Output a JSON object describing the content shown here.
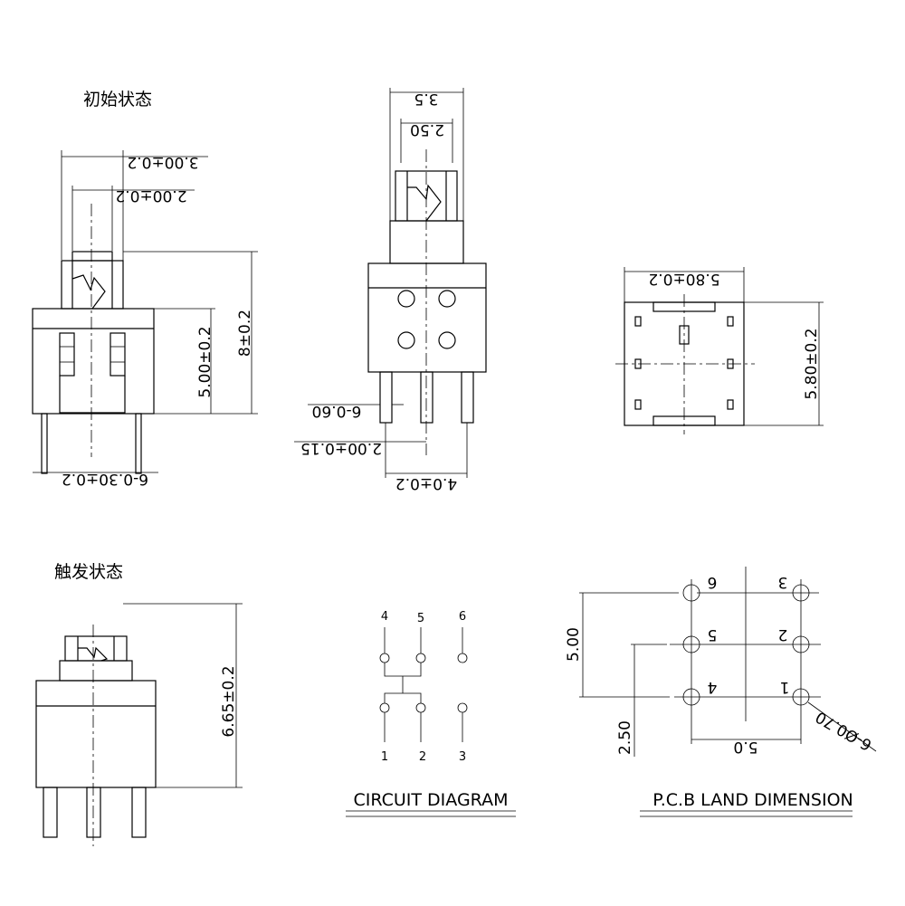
{
  "titles": {
    "initial_state": "初始状态",
    "triggered_state": "触发状态",
    "circuit": "CIRCUIT DIAGRAM",
    "pcb": "P.C.B LAND DIMENSION"
  },
  "side_view": {
    "plunger_width": "3.00±0.2",
    "cap_width": "2.00±0.2",
    "total_height": "8±0.2",
    "body_height": "5.00±0.2",
    "pin_width": "6-0.30±0.2"
  },
  "front_view": {
    "housing_width": "3.5",
    "cap_width": "2.50",
    "pin_width": "6-0.60",
    "pin_offset": "2.00±0.15",
    "pin_span": "4.0±0.2"
  },
  "top_view": {
    "width": "5.80±0.2",
    "depth": "5.80±0.2"
  },
  "triggered_view": {
    "height": "6.65±0.2"
  },
  "circuit": {
    "top_pins": [
      "4",
      "5",
      "6"
    ],
    "bottom_pins": [
      "1",
      "2",
      "3"
    ]
  },
  "pcb": {
    "pins": [
      "6",
      "3",
      "5",
      "2",
      "4",
      "1"
    ],
    "row_span": "5.00",
    "row_pitch": "2.50",
    "col_span": "5.0",
    "hole": "6-Ø0.70"
  },
  "colors": {
    "line": "#000000",
    "background": "#ffffff"
  }
}
